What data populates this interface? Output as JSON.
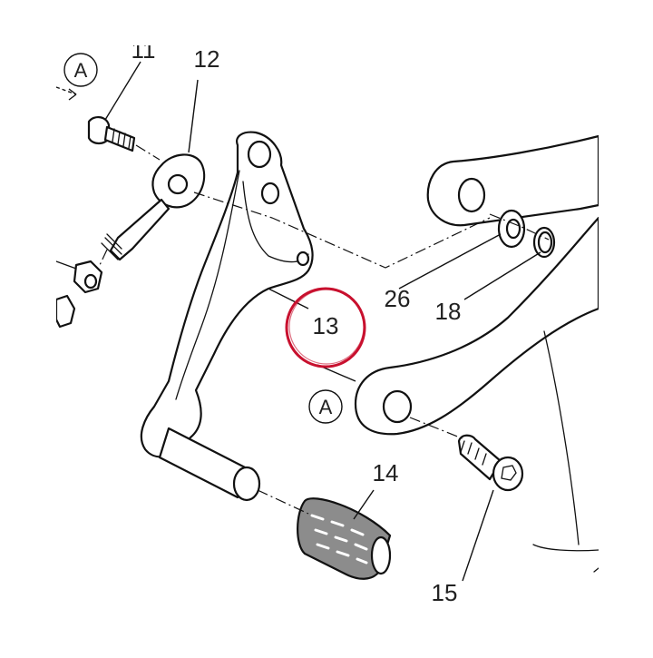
{
  "diagram": {
    "callouts": {
      "c11": "11",
      "c12": "12",
      "c13": "13",
      "c14": "14",
      "c15": "15",
      "c18": "18",
      "c26": "26"
    },
    "reference_letter": "A",
    "highlight_color": "#c8102e",
    "line_color": "#111111",
    "grip_fill": "#8c8c8c"
  }
}
